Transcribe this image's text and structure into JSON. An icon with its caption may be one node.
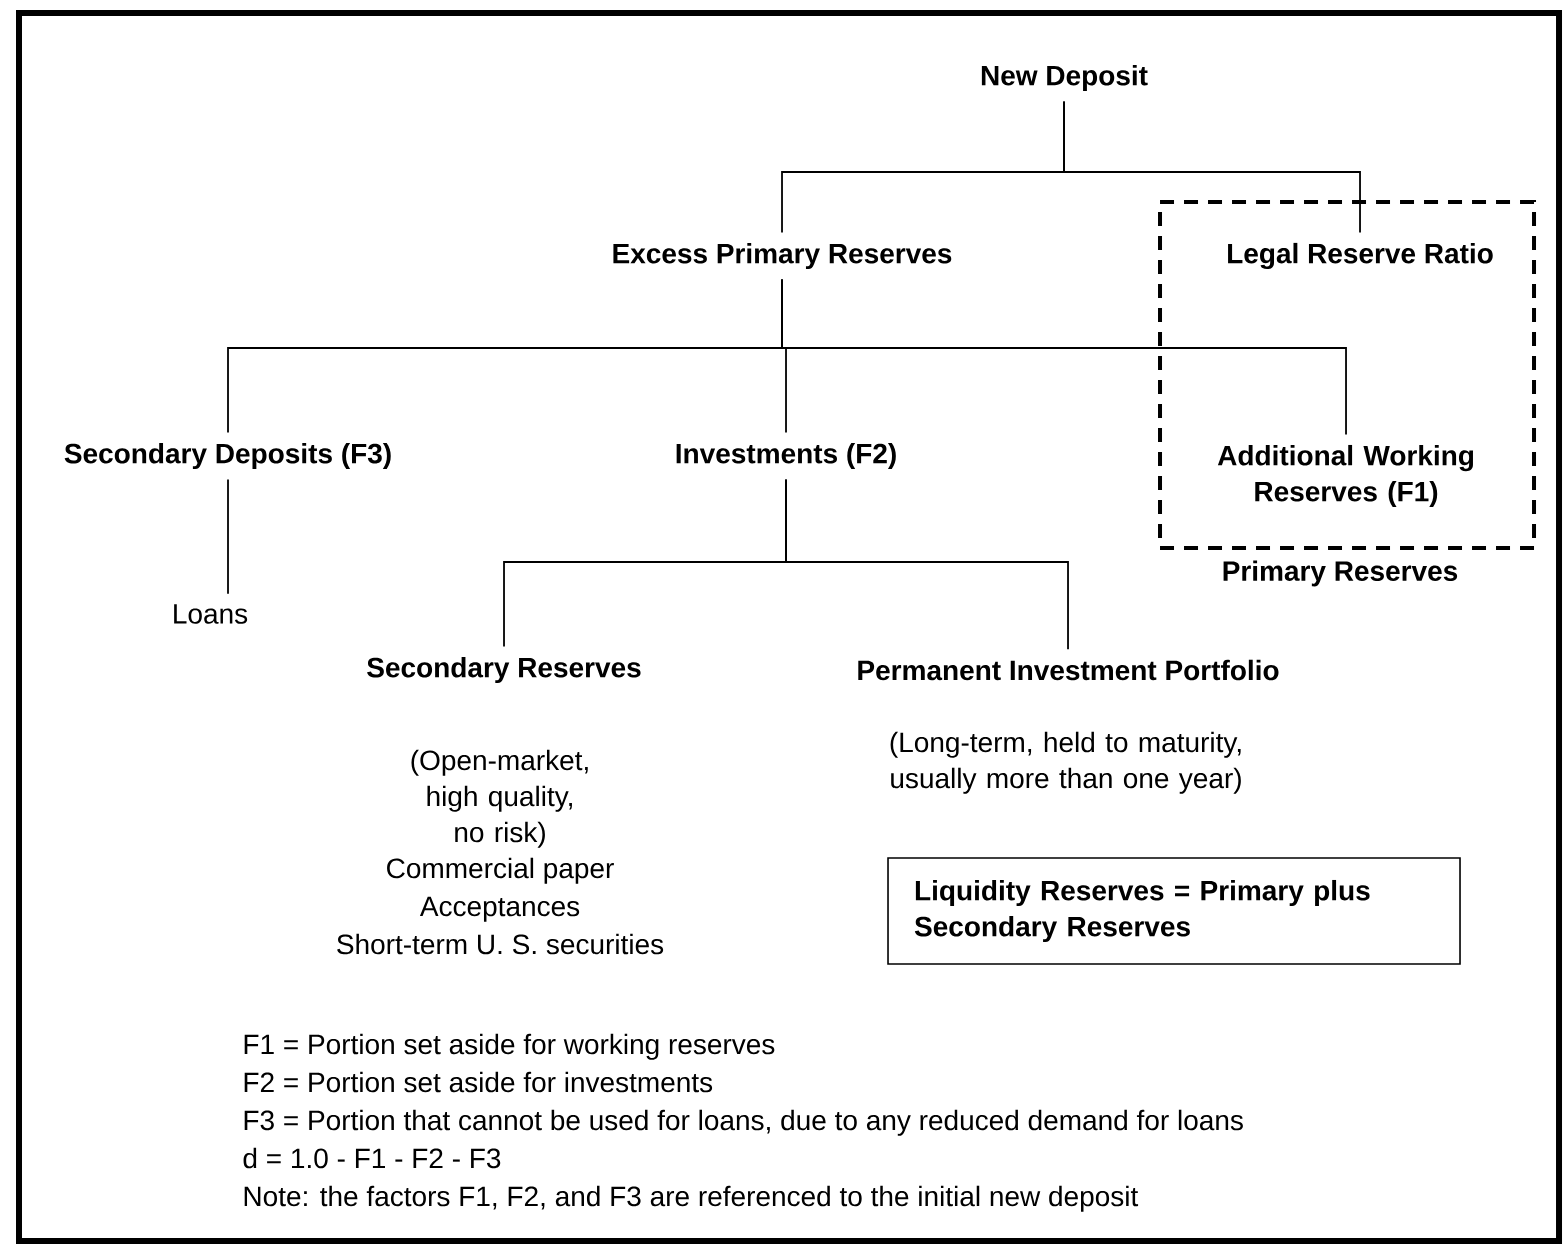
{
  "diagram": {
    "nodes": [
      {
        "text": [
          "New Deposit"
        ]
      },
      {
        "text": [
          "Excess Primary Reserves"
        ]
      },
      {
        "text": [
          "Primary Reserves"
        ]
      },
      {
        "text": [
          "Legal Reserve Ratio"
        ],
        "in": 2
      },
      {
        "text": [
          "Secondary Deposits (F3)"
        ]
      },
      {
        "text": [
          "Investments (F2)"
        ]
      },
      {
        "text": [
          "Additional Working Reserves (F1)"
        ],
        "in": 2
      },
      {
        "text": [
          "Loans"
        ]
      },
      {
        "text": [
          "Secondary Reserves"
        ],
        "beside": [
          "(Open-market, high quality, no risk)",
          "Commercial paper",
          "Acceptances",
          "Short-term U. S. securities"
        ]
      },
      {
        "text": [
          "Permanent Investment Portfolio"
        ],
        "beside": [
          "(Long-term, held to maturity, usually more than one year)"
        ]
      },
      {
        "text": [
          "Liquidity Reserves = Primary plus Secondary Reserves"
        ]
      }
    ],
    "edges": [
      {
        "from": 0,
        "to": 1,
        "arrow": "none"
      },
      {
        "from": 0,
        "to": 3,
        "arrow": "none"
      },
      {
        "from": 1,
        "to": 4,
        "arrow": "none"
      },
      {
        "from": 1,
        "to": 5,
        "arrow": "none"
      },
      {
        "from": 1,
        "to": 6,
        "arrow": "none"
      },
      {
        "from": 4,
        "to": 7,
        "arrow": "none"
      },
      {
        "from": 5,
        "to": 8,
        "arrow": "none"
      },
      {
        "from": 5,
        "to": 9,
        "arrow": "none"
      }
    ],
    "labels": [
      "F1 = Portion set aside for working reserves",
      "F2 = Portion set aside for investments",
      "F3 = Portion  that cannot be used for loans, due to any reduced demand for loans",
      "d = 1.0 - F1 - F2 - F3",
      "Note: the factors F1, F2, and F3 are referenced to the initial new deposit"
    ]
  }
}
